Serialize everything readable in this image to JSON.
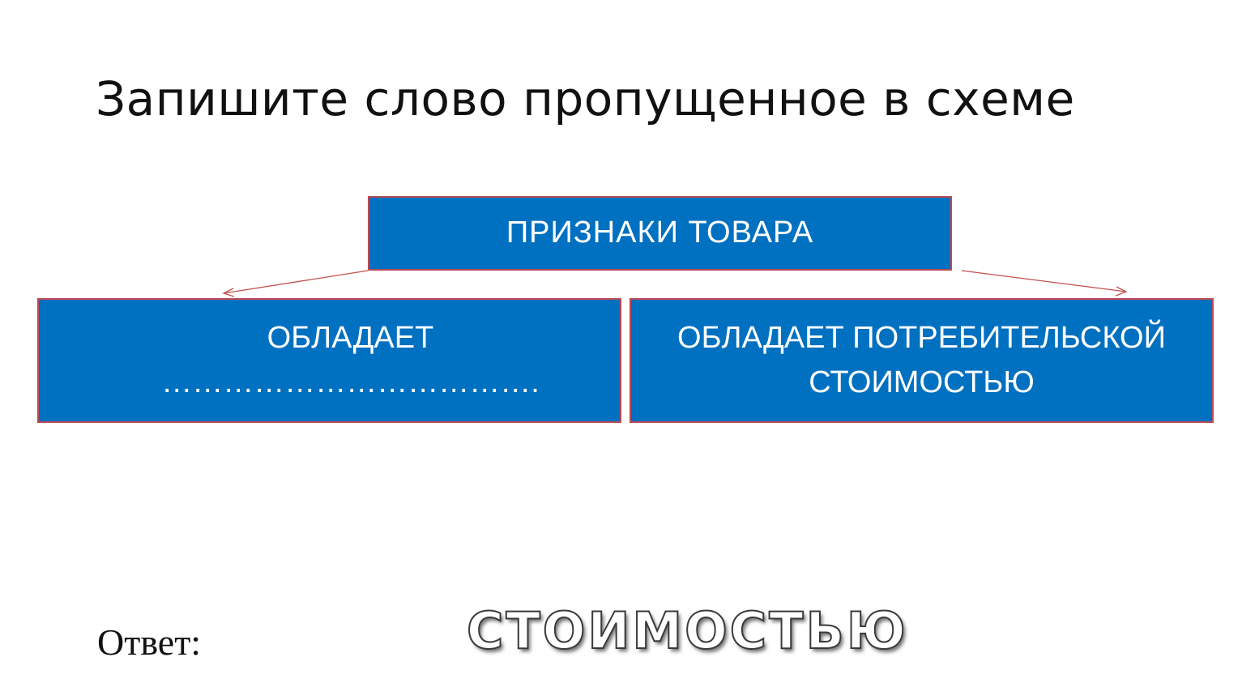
{
  "title": "Запишите слово пропущенное в схеме",
  "diagram": {
    "top_box": "ПРИЗНАКИ ТОВАРА",
    "left_box": "ОБЛАДАЕТ ……………………………….",
    "right_box_line1": "ОБЛАДАЕТ ПОТРЕБИТЕЛЬСКОЙ",
    "right_box_line2": "СТОИМОСТЬЮ"
  },
  "answer": {
    "label": "Ответ:",
    "word": "СТОИМОСТЬЮ"
  },
  "colors": {
    "box_fill": "#0070c0",
    "box_border": "#b84a56",
    "arrow": "#c0504d"
  }
}
